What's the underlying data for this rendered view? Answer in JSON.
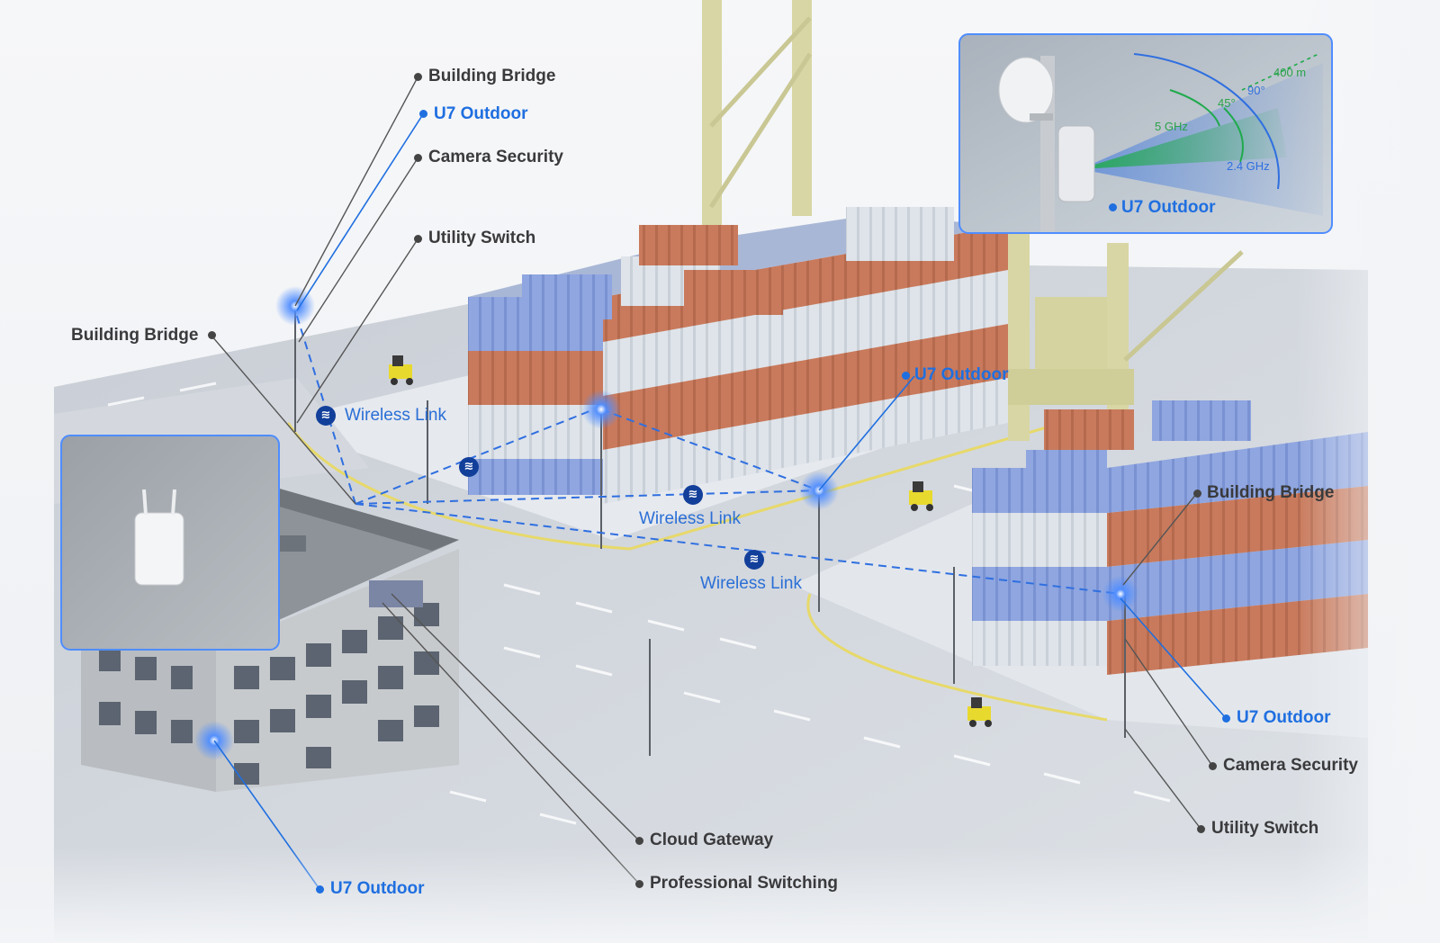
{
  "labels": {
    "building_bridge_top": "Building Bridge",
    "u7_outdoor_top": "U7 Outdoor",
    "camera_security_top": "Camera Security",
    "utility_switch_top": "Utility Switch",
    "building_bridge_left": "Building Bridge",
    "wireless_link_1": "Wireless Link",
    "wireless_link_2": "Wireless Link",
    "wireless_link_3": "Wireless Link",
    "u7_outdoor_center": "U7 Outdoor",
    "building_bridge_right": "Building Bridge",
    "u7_outdoor_right": "U7 Outdoor",
    "camera_security_right": "Camera Security",
    "utility_switch_right": "Utility Switch",
    "cloud_gateway": "Cloud Gateway",
    "professional_switching": "Professional Switching",
    "u7_outdoor_bottom": "U7 Outdoor",
    "u7_outdoor_inset": "U7 Outdoor"
  },
  "coverage_inset": {
    "band_5": "5 GHz",
    "band_24": "2.4 GHz",
    "angle_45": "45°",
    "angle_90": "90°",
    "range": "400 m"
  },
  "icons": {
    "wireless_link": "wireless-waves-icon"
  },
  "colors": {
    "label_dark": "#3a3a3c",
    "label_blue": "#1f6fe0",
    "link_dash": "#2f6fe0",
    "badge": "#123f9a",
    "container_blue": "#8fa6e0",
    "container_orange": "#c97a5c",
    "container_white": "#dfe4ea",
    "crane_yellow": "#d8d6a4",
    "coverage_green": "#2bb24c"
  },
  "wireless_badge_glyph": "≋"
}
